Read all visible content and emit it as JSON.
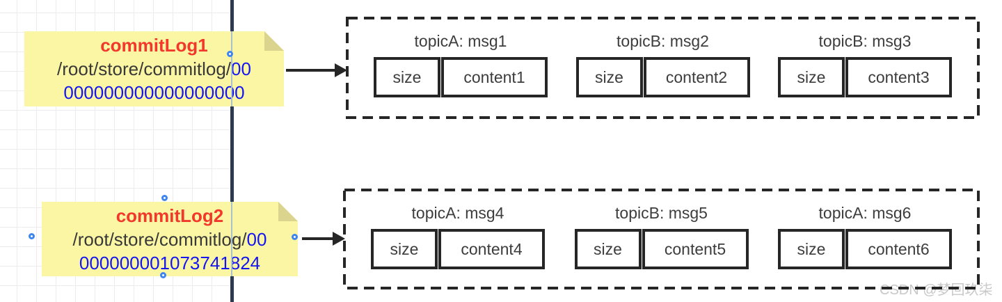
{
  "notes": [
    {
      "title": "commitLog1",
      "path_prefix": "/root/store/commitlog/",
      "path_highlight": "00",
      "path_line2": "000000000000000000"
    },
    {
      "title": "commitLog2",
      "path_prefix": "/root/store/commitlog/",
      "path_highlight": "00",
      "path_line2": "000000001073741824"
    }
  ],
  "commit_logs": [
    {
      "messages": [
        {
          "label": "topicA: msg1",
          "size_label": "size",
          "content": "content1"
        },
        {
          "label": "topicB: msg2",
          "size_label": "size",
          "content": "content2"
        },
        {
          "label": "topicB: msg3",
          "size_label": "size",
          "content": "content3"
        }
      ]
    },
    {
      "messages": [
        {
          "label": "topicA: msg4",
          "size_label": "size",
          "content": "content4"
        },
        {
          "label": "topicB: msg5",
          "size_label": "size",
          "content": "content5"
        },
        {
          "label": "topicA: msg6",
          "size_label": "size",
          "content": "content6"
        }
      ]
    }
  ],
  "watermark": "CSDN @梦回玖柒",
  "colors": {
    "note_fill": "#FBF6A4",
    "note_fold": "#DBD48E",
    "title_red": "#F2382C",
    "path_blue": "#1515F0",
    "border_dark": "#262626",
    "line_navy": "#2B3A4E",
    "connection_blue": "#3E85F0",
    "watermark_gray": "#C8C8C8",
    "grid_line": "#ECECEC",
    "text_dark": "#383838"
  }
}
